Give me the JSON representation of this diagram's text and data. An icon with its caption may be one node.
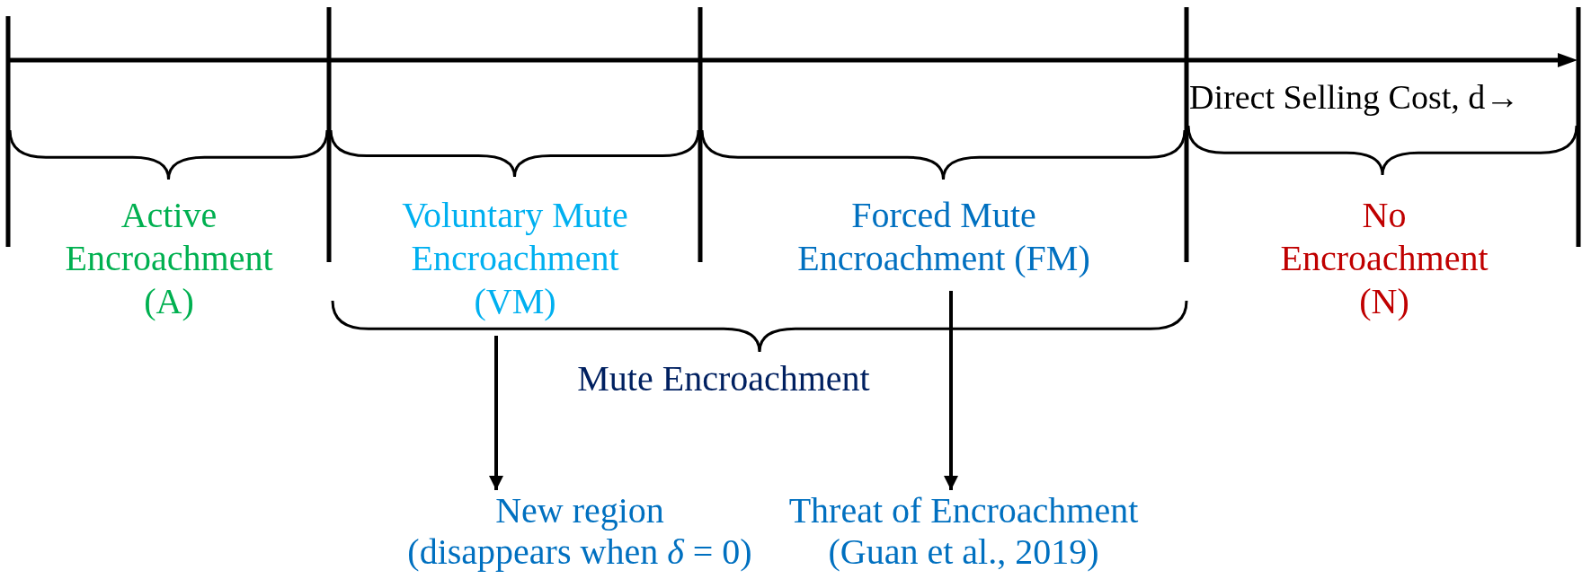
{
  "diagram": {
    "nodes": [
      {
        "text": [
          "Active Encroachment (A)"
        ]
      },
      {
        "text": [
          "Voluntary Mute Encroachment (VM)"
        ]
      },
      {
        "text": [
          "Forced Mute Encroachment (FM)"
        ]
      },
      {
        "text": [
          "No Encroachment (N)"
        ]
      },
      {
        "text": [
          "New region",
          "(disappears when *δ* = 0)"
        ]
      },
      {
        "text": [
          "Threat of Encroachment",
          "(Guan et al., 2019)"
        ]
      }
    ],
    "edges": [
      {
        "from": 1,
        "to": 4,
        "arrow": "to"
      },
      {
        "from": 2,
        "to": 5,
        "arrow": "to"
      }
    ],
    "labels": [
      "Direct Selling Cost, d→",
      "Mute Encroachment"
    ]
  }
}
